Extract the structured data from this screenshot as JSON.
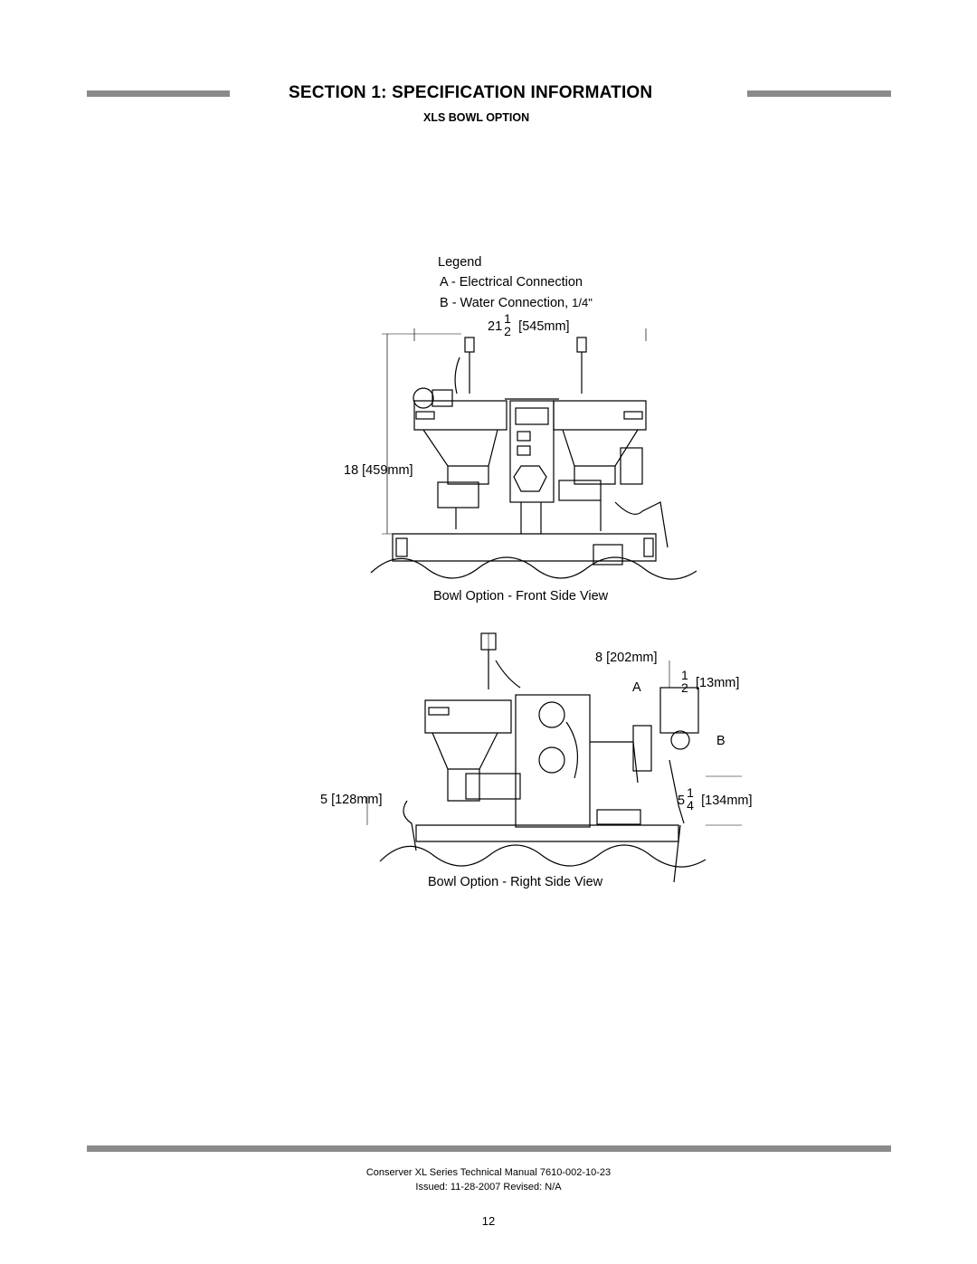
{
  "header": {
    "section_title": "SECTION 1: SPECIFICATION INFORMATION",
    "subtitle": "XLS BOWL OPTION"
  },
  "legend": {
    "title": "Legend",
    "item_a": "A - Electrical Connection",
    "item_b_prefix": "B - Water Connection,",
    "item_b_fraction": "1/4\""
  },
  "front_view": {
    "width_dim_whole": "21",
    "width_dim_num": "1",
    "width_dim_den": "2",
    "width_dim_mm": "[545mm]",
    "height_dim": "18 [459mm]",
    "caption": "Bowl Option - Front Side View"
  },
  "side_view": {
    "depth_dim": "8 [202mm]",
    "label_a": "A",
    "label_b": "B",
    "half_num": "1",
    "half_den": "2",
    "half_mm": "[13mm]",
    "left_dim": "5 [128mm]",
    "right_whole": "5",
    "right_num": "1",
    "right_den": "4",
    "right_mm": "[134mm]",
    "caption": "Bowl Option - Right Side View"
  },
  "footer": {
    "manual_line": "Conserver XL Series Technical Manual 7610-002-10-23",
    "issued_line": "Issued: 11-28-2007  Revised: N/A",
    "page_number": "12"
  }
}
